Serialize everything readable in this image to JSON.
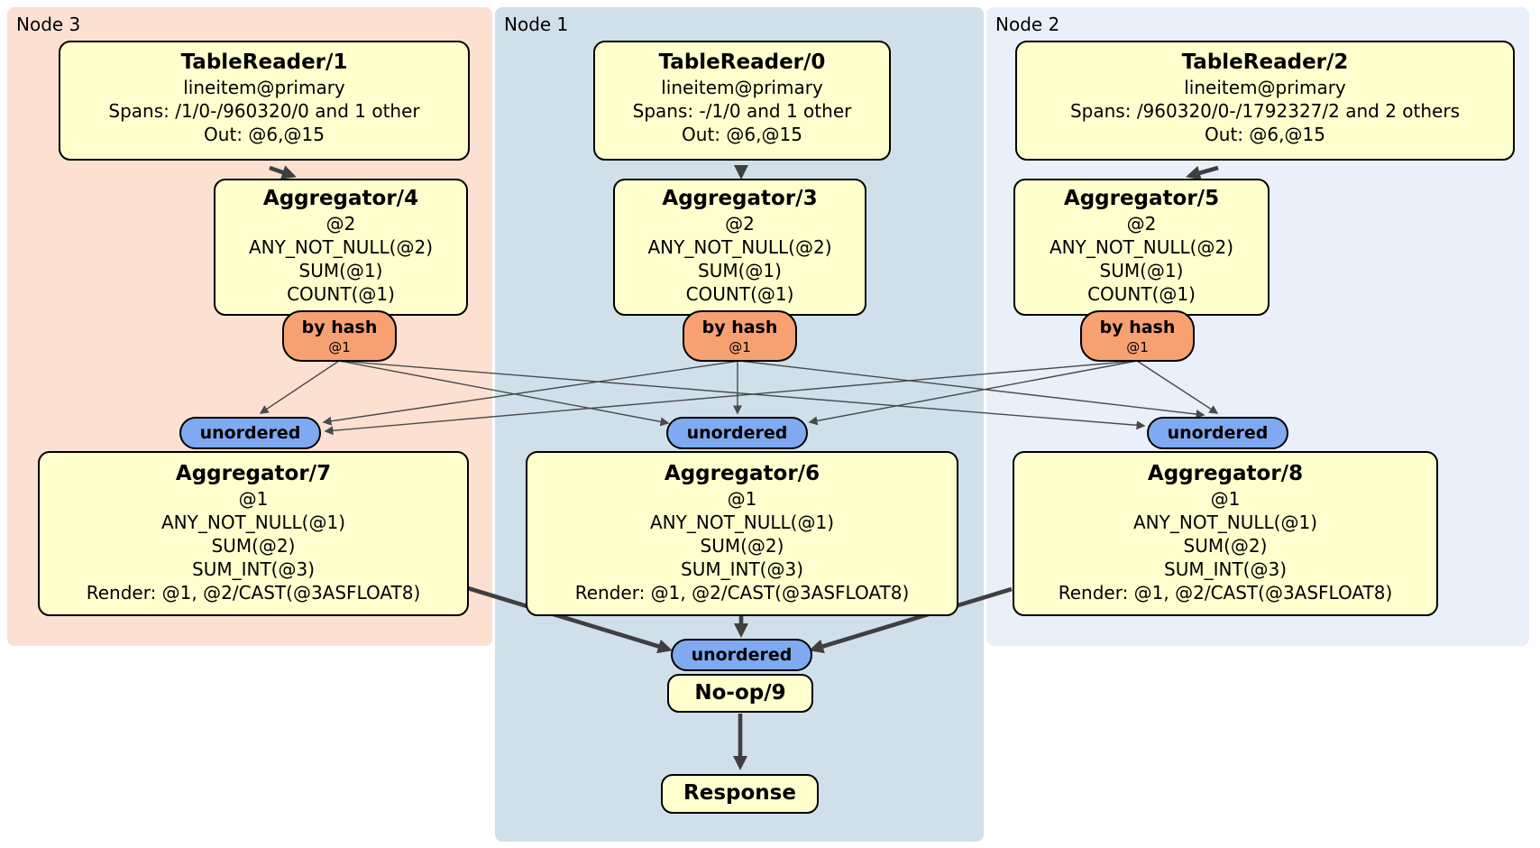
{
  "regions": [
    {
      "label": "Node 3"
    },
    {
      "label": "Node 1"
    },
    {
      "label": "Node 2"
    }
  ],
  "processors": {
    "tablereader1": {
      "title": "TableReader/1",
      "lines": [
        "lineitem@primary",
        "Spans: /1/0-/960320/0 and 1 other",
        "Out: @6,@15"
      ]
    },
    "tablereader0": {
      "title": "TableReader/0",
      "lines": [
        "lineitem@primary",
        "Spans: -/1/0 and 1 other",
        "Out: @6,@15"
      ]
    },
    "tablereader2": {
      "title": "TableReader/2",
      "lines": [
        "lineitem@primary",
        "Spans: /960320/0-/1792327/2 and 2 others",
        "Out: @6,@15"
      ]
    },
    "aggregator4": {
      "title": "Aggregator/4",
      "lines": [
        "@2",
        "ANY_NOT_NULL(@2)",
        "SUM(@1)",
        "COUNT(@1)"
      ]
    },
    "aggregator3": {
      "title": "Aggregator/3",
      "lines": [
        "@2",
        "ANY_NOT_NULL(@2)",
        "SUM(@1)",
        "COUNT(@1)"
      ]
    },
    "aggregator5": {
      "title": "Aggregator/5",
      "lines": [
        "@2",
        "ANY_NOT_NULL(@2)",
        "SUM(@1)",
        "COUNT(@1)"
      ]
    },
    "aggregator7": {
      "title": "Aggregator/7",
      "lines": [
        "@1",
        "ANY_NOT_NULL(@1)",
        "SUM(@2)",
        "SUM_INT(@3)",
        "Render: @1, @2/CAST(@3ASFLOAT8)"
      ]
    },
    "aggregator6": {
      "title": "Aggregator/6",
      "lines": [
        "@1",
        "ANY_NOT_NULL(@1)",
        "SUM(@2)",
        "SUM_INT(@3)",
        "Render: @1, @2/CAST(@3ASFLOAT8)"
      ]
    },
    "aggregator8": {
      "title": "Aggregator/8",
      "lines": [
        "@1",
        "ANY_NOT_NULL(@1)",
        "SUM(@2)",
        "SUM_INT(@3)",
        "Render: @1, @2/CAST(@3ASFLOAT8)"
      ]
    },
    "noop9": {
      "title": "No-op/9"
    },
    "response": {
      "title": "Response"
    }
  },
  "routers": {
    "by_hash": {
      "label": "by hash",
      "detail": "@1"
    },
    "unordered": {
      "label": "unordered"
    }
  },
  "colors": {
    "node3_bg": "#fce1d2",
    "node1_bg": "#d0e0ea",
    "node2_bg": "#e9f0fa",
    "processor_fill": "#ffffce",
    "hash_router_fill": "#f7a173",
    "unordered_router_fill": "#7fa9f0",
    "edge": "#3f3f3f"
  }
}
